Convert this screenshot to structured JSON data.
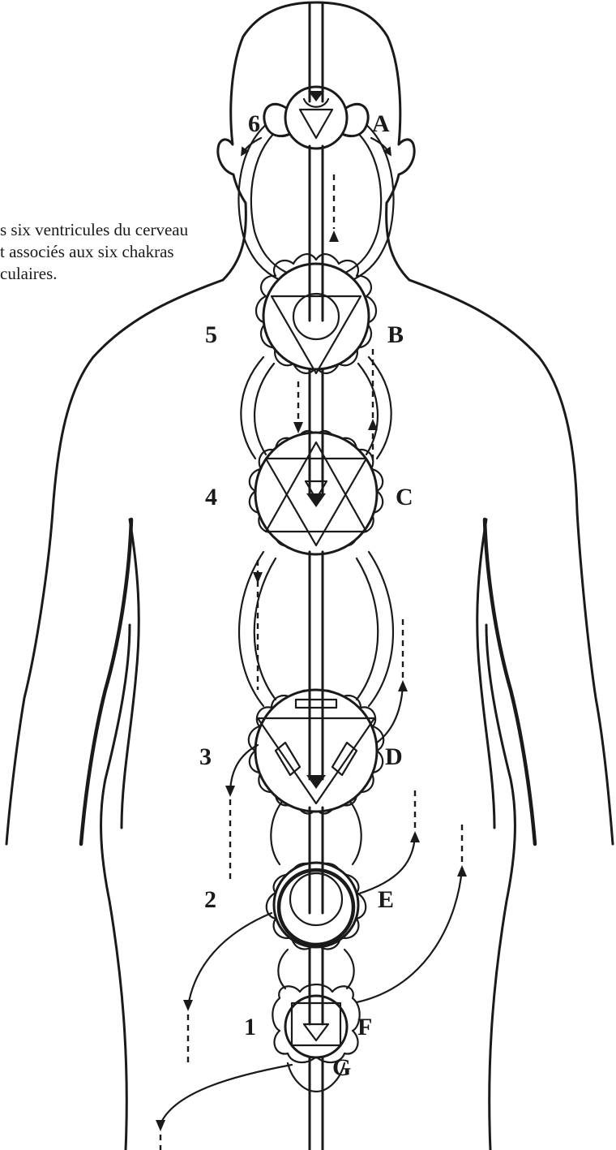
{
  "caption": {
    "line1": "s six ventricules du cerveau",
    "line2": "t associés aux six chakras",
    "line3": "culaires."
  },
  "numbers": [
    "6",
    "5",
    "4",
    "3",
    "2",
    "1"
  ],
  "letters": [
    "A",
    "B",
    "C",
    "D",
    "E",
    "F",
    "G"
  ],
  "colors": {
    "ink": "#1a1a1a",
    "paper": "#ffffff"
  }
}
